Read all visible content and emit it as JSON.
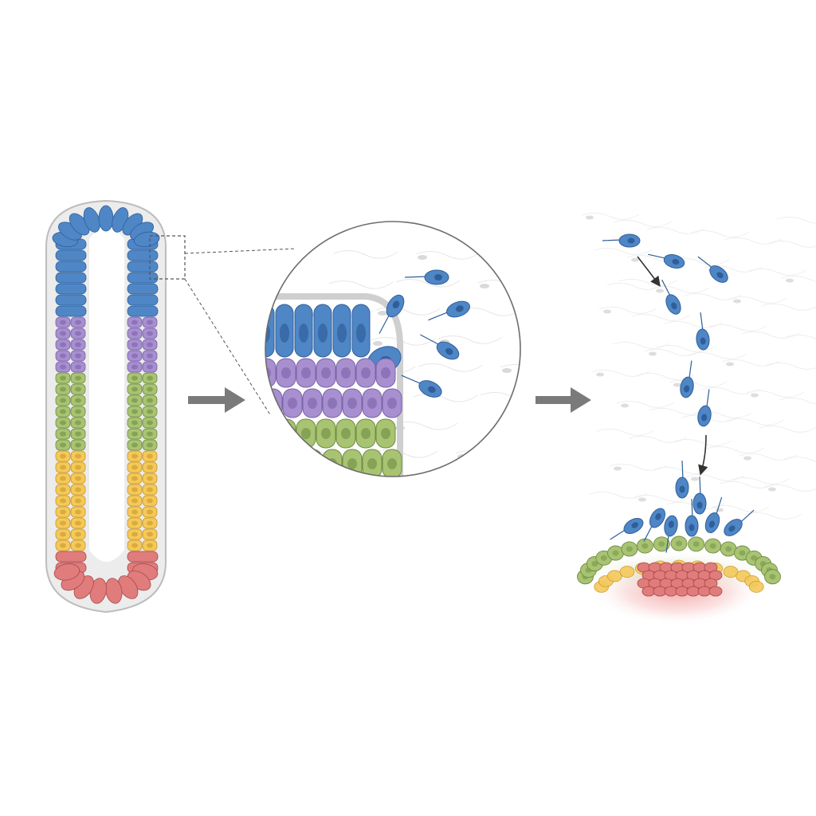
{
  "figure": {
    "panels": [
      {
        "id": "neural-tube",
        "description_visible_text": ""
      },
      {
        "id": "magnified-edge",
        "description_visible_text": ""
      },
      {
        "id": "migration-aggregation",
        "description_visible_text": ""
      }
    ]
  },
  "colors": {
    "background": "#ffffff",
    "tube_outline": "#bdbdbd",
    "tube_fill": "#e9e9e9",
    "blue": "#4f86c6",
    "blue_dark": "#2f5f9a",
    "purple": "#a78fd0",
    "purple_dark": "#7b63a8",
    "green": "#a8c472",
    "green_dark": "#6f8c42",
    "yellow": "#f4c95a",
    "yellow_dark": "#c8972a",
    "red": "#e07c7c",
    "red_dark": "#a94848",
    "arrow_gray": "#7a7a7a",
    "mesenchyme": "#d9d9d9"
  },
  "icons": {
    "step-arrow-1": "right-arrow",
    "step-arrow-2": "right-arrow",
    "migration-arrows": "curved-down-arrow"
  }
}
